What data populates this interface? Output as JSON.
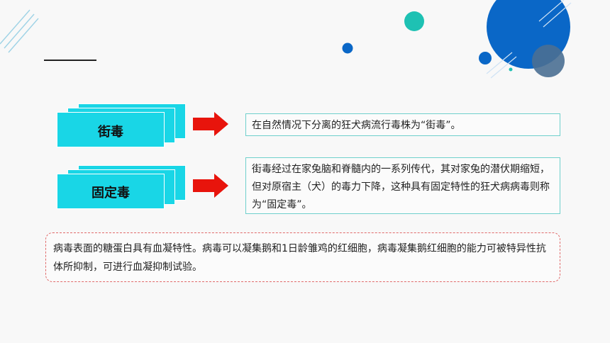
{
  "rows": [
    {
      "term": "街毒",
      "description": "在自然情况下分离的狂犬病流行毒株为“街毒”。"
    },
    {
      "term": "固定毒",
      "description": "街毒经过在家兔脑和脊髓内的一系列传代，其对家兔的潜伏期缩短，但对原宿主（犬）的毒力下降，这种具有固定特性的狂犬病病毒则称为“固定毒”。"
    }
  ],
  "note": {
    "text": "病毒表面的糖蛋白具有血凝特性。病毒可以凝集鹅和1日龄雏鸡的红细胞，病毒凝集鹅红细胞的能力可被特异性抗体所抑制，可进行血凝抑制试验。"
  },
  "colors": {
    "accent_cyan": "#19d6e6",
    "arrow_red": "#e8140c",
    "circle_blue": "#0a67c7",
    "circle_teal": "#1ec1b3",
    "circle_grey": "#4a6f92"
  }
}
